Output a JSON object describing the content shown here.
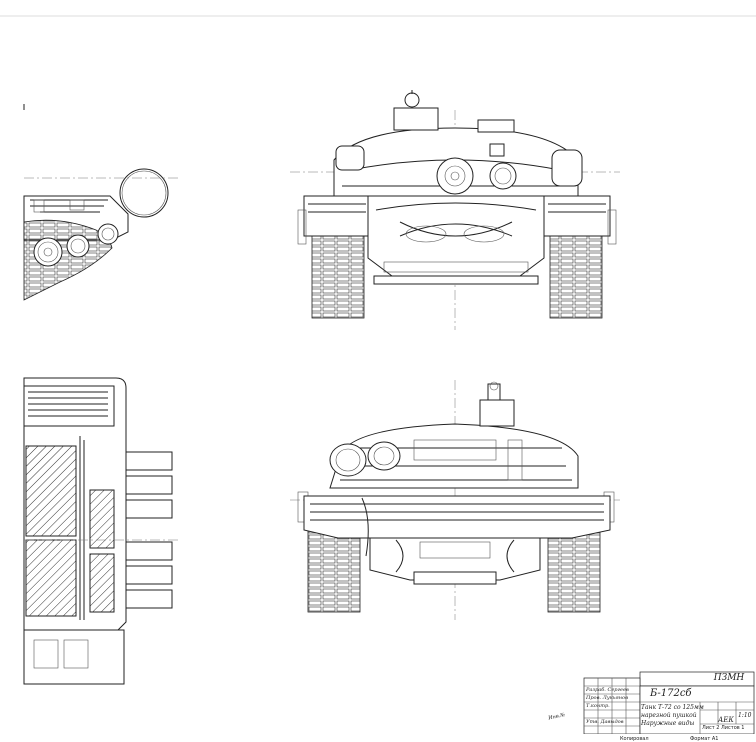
{
  "sheet": {
    "code_box": "ПЗМН",
    "drawing_number": "Б-172сб",
    "title_lines": [
      "Танк Т-72 со 125мм",
      "нарезной пушкой",
      "Наружные виды"
    ],
    "scale": "1:10",
    "sheet_label": "Лист 2  Листов 1",
    "org": "АЕК",
    "roles": [
      {
        "role": "Разраб.",
        "name": "Сергеев"
      },
      {
        "role": "Пров.",
        "name": "Лукьянов"
      },
      {
        "role": "Т.контр.",
        "name": ""
      },
      {
        "role": "Утв.",
        "name": "Давыдов"
      }
    ],
    "copy_note": "Копировал",
    "format_note": "Формат А1",
    "side_stamp": "Инв.№"
  }
}
